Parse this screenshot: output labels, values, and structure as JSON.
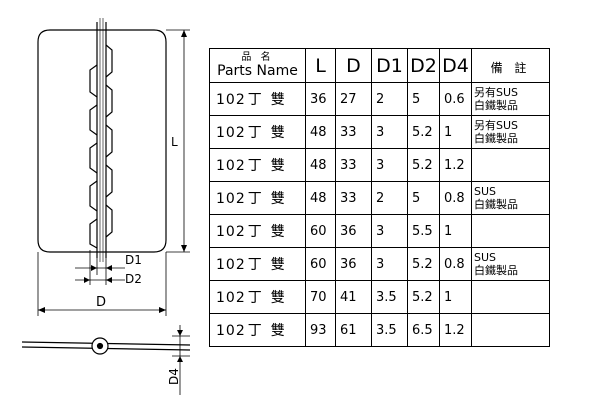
{
  "drawing": {
    "dim_labels": {
      "L": "L",
      "D": "D",
      "D1": "D1",
      "D2": "D2",
      "D4": "D4"
    }
  },
  "table": {
    "header": {
      "name_zh": "品 名",
      "name_en": "Parts Name",
      "L": "L",
      "D": "D",
      "D1": "D1",
      "D2": "D2",
      "D4": "D4",
      "note": "備 註"
    },
    "rows": [
      {
        "code": "102",
        "zh1": "丁",
        "zh2": "雙",
        "L": "36",
        "D": "27",
        "D1": "2",
        "D2": "5",
        "D4": "0.6",
        "note": [
          "另有SUS",
          "白鐵製品"
        ]
      },
      {
        "code": "102",
        "zh1": "丁",
        "zh2": "雙",
        "L": "48",
        "D": "33",
        "D1": "3",
        "D2": "5.2",
        "D4": "1",
        "note": [
          "另有SUS",
          "白鐵製品"
        ]
      },
      {
        "code": "102",
        "zh1": "丁",
        "zh2": "雙",
        "L": "48",
        "D": "33",
        "D1": "3",
        "D2": "5.2",
        "D4": "1.2",
        "note": []
      },
      {
        "code": "102",
        "zh1": "丁",
        "zh2": "雙",
        "L": "48",
        "D": "33",
        "D1": "2",
        "D2": "5",
        "D4": "0.8",
        "note": [
          "SUS",
          "白鐵製品"
        ]
      },
      {
        "code": "102",
        "zh1": "丁",
        "zh2": "雙",
        "L": "60",
        "D": "36",
        "D1": "3",
        "D2": "5.5",
        "D4": "1",
        "note": []
      },
      {
        "code": "102",
        "zh1": "丁",
        "zh2": "雙",
        "L": "60",
        "D": "36",
        "D1": "3",
        "D2": "5.2",
        "D4": "0.8",
        "note": [
          "SUS",
          "白鐵製品"
        ]
      },
      {
        "code": "102",
        "zh1": "丁",
        "zh2": "雙",
        "L": "70",
        "D": "41",
        "D1": "3.5",
        "D2": "5.2",
        "D4": "1",
        "note": []
      },
      {
        "code": "102",
        "zh1": "丁",
        "zh2": "雙",
        "L": "93",
        "D": "61",
        "D1": "3.5",
        "D2": "6.5",
        "D4": "1.2",
        "note": []
      }
    ]
  }
}
